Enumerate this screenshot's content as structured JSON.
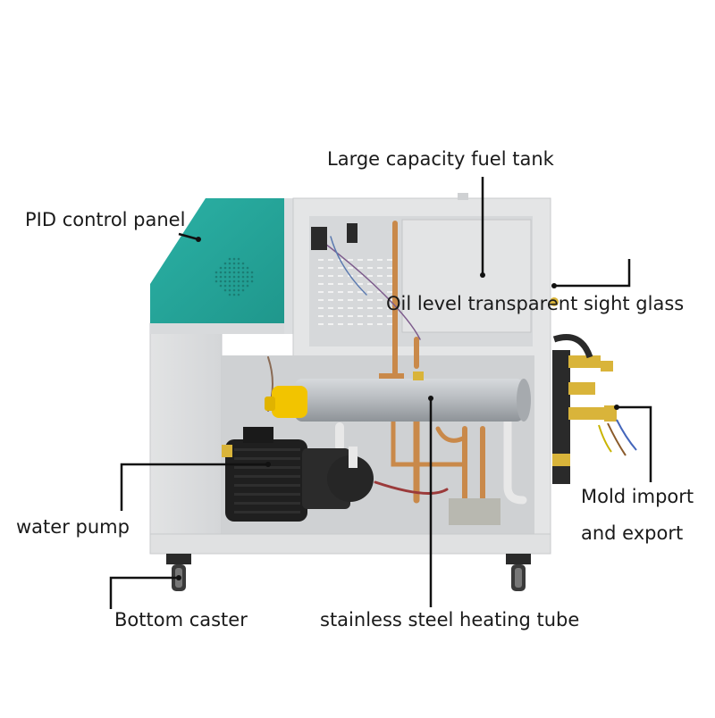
{
  "labels": {
    "fuel_tank": "Large capacity fuel tank",
    "pid_panel": "PID control panel",
    "sight_glass": "Oil level transparent sight glass",
    "mold_line1": "Mold import",
    "mold_line2": "and export",
    "water_pump": "water pump",
    "bottom_caster": "Bottom caster",
    "heating_tube": "stainless steel heating tube"
  },
  "colors": {
    "cabinet": "#e6e7e8",
    "panel_teal": "#26a89c",
    "pump": "#1f1f1f",
    "tube": "#b8bcc0",
    "tube_cap": "#f2c400",
    "copper": "#c9894a",
    "brass": "#d9b43a",
    "leader": "#111111"
  }
}
